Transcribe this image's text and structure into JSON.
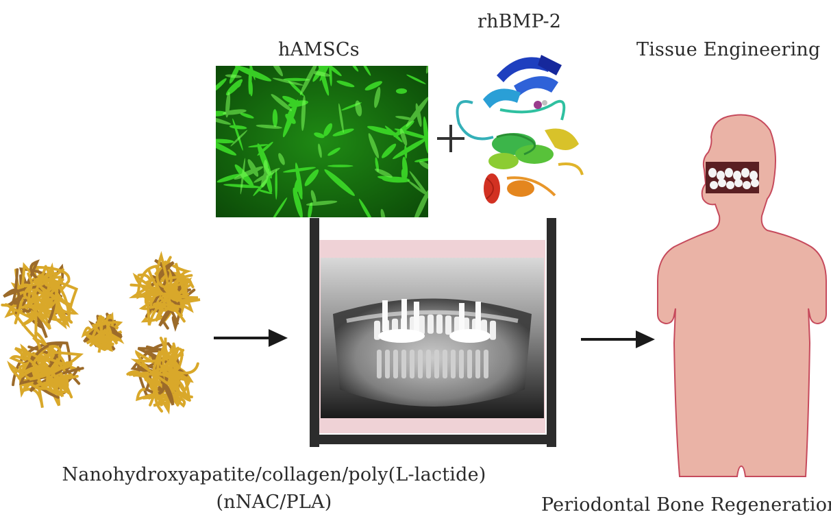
{
  "labels": {
    "cells": "hAMSCs",
    "growth_factor": "rhBMP-2",
    "tissue_engineering": "Tissue Engineering",
    "scaffold_line1": "Nanohydroxyapatite/collagen/poly(L-lactide)",
    "scaffold_line2": "(nNAC/PLA)",
    "outcome": "Periodontal Bone Regeneration"
  },
  "colors": {
    "cells_green": "#33d21f",
    "scaffold_fiber": "#d9a82a",
    "body_skin": "#eab3a6",
    "body_outline": "#c64a5c",
    "container_frame": "#2c2c2c",
    "container_fill": "#efd2d6",
    "arrow": "#1a1a1a"
  },
  "icons": {
    "plus": "plus-icon",
    "arrows": "arrow-right-icon"
  }
}
